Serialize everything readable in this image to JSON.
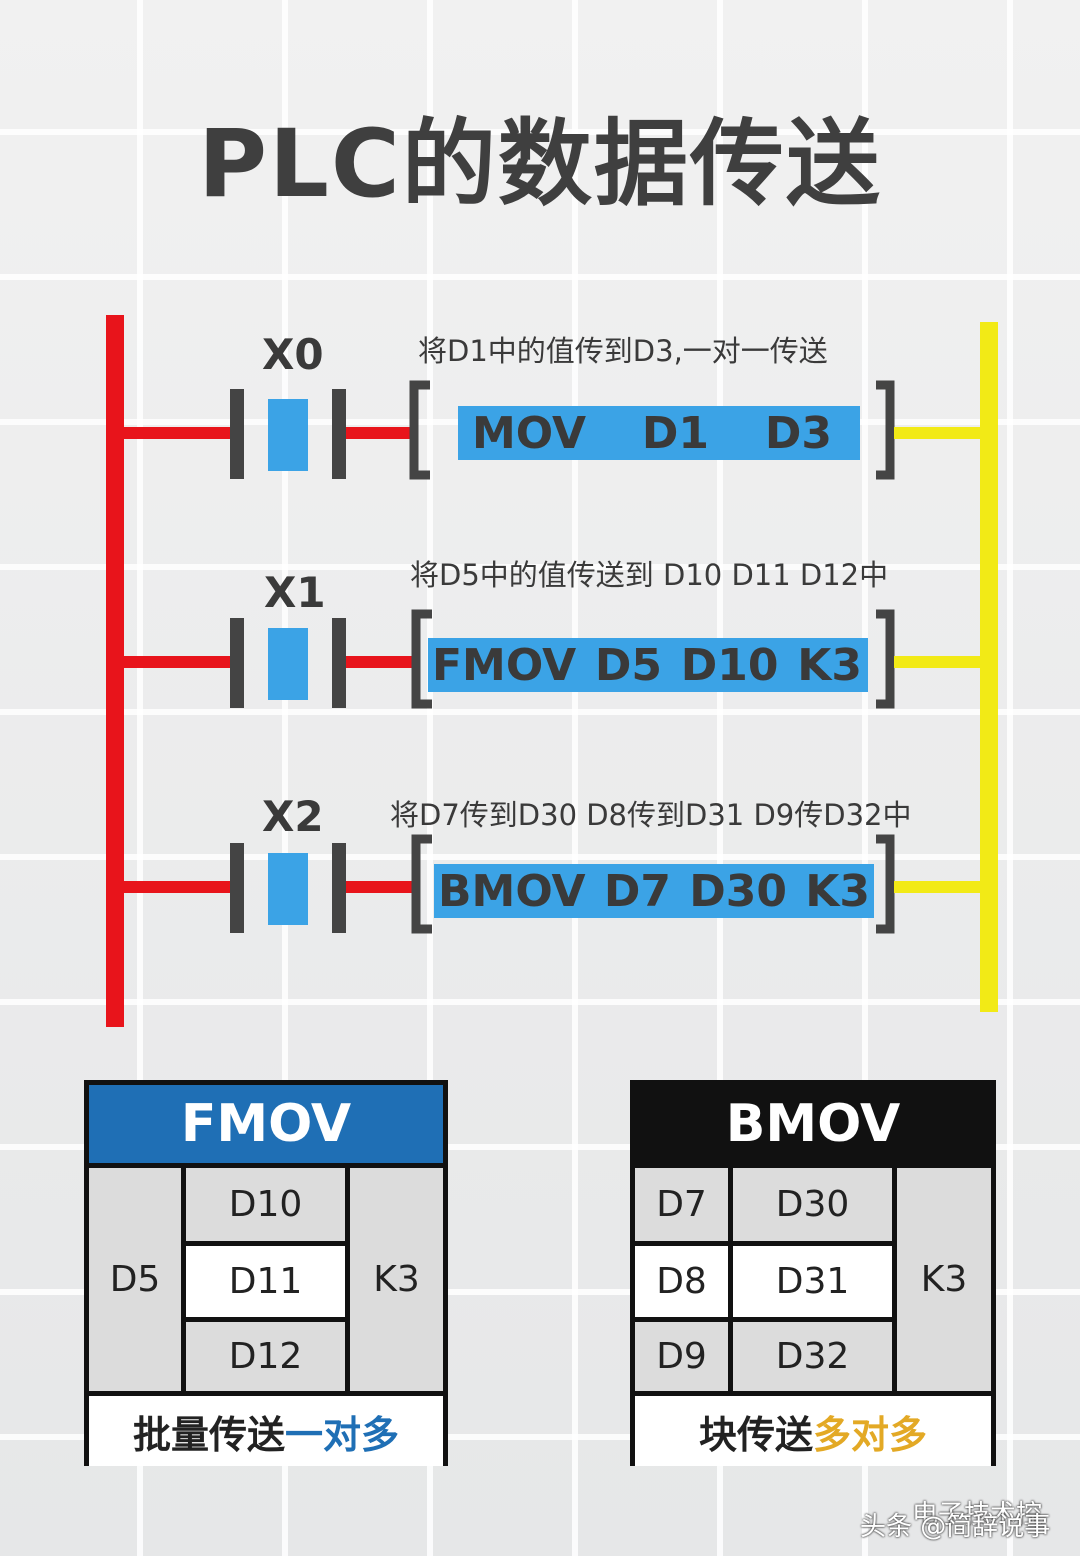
{
  "title": "PLC的数据传送",
  "colors": {
    "left_rail": "#e8141b",
    "right_rail": "#f2ea16",
    "instruction_fill": "#3ba3e6",
    "contact": "#444444",
    "fmov_header": "#1f6fb5",
    "bmov_header": "#111111",
    "fmov_highlight": "#1f6fb5",
    "bmov_highlight": "#e3a925"
  },
  "rungs": [
    {
      "contact": "X0",
      "description": "将D1中的值传到D3,一对一传送",
      "instruction": [
        "MOV",
        "D1",
        "D3"
      ]
    },
    {
      "contact": "X1",
      "description": "将D5中的值传送到 D10 D11 D12中",
      "instruction": [
        "FMOV",
        "D5",
        "D10",
        "K3"
      ]
    },
    {
      "contact": "X2",
      "description": "将D7传到D30 D8传到D31 D9传D32中",
      "instruction": [
        "BMOV",
        "D7",
        "D30",
        "K3"
      ]
    }
  ],
  "fmov_table": {
    "header": "FMOV",
    "source": "D5",
    "targets": [
      "D10",
      "D11",
      "D12"
    ],
    "count": "K3",
    "footer_main": "批量传送",
    "footer_highlight": "一对多"
  },
  "bmov_table": {
    "header": "BMOV",
    "sources": [
      "D7",
      "D8",
      "D9"
    ],
    "targets": [
      "D30",
      "D31",
      "D32"
    ],
    "count": "K3",
    "footer_main": "块传送",
    "footer_highlight": "多对多"
  },
  "watermark": {
    "line1": "电子技术控",
    "line2": "头条 @简辞说事"
  }
}
